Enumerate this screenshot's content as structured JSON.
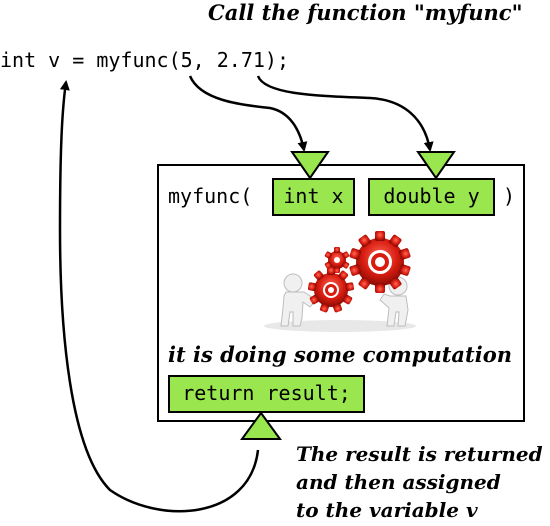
{
  "header": {
    "title": "Call the function  \"myfunc\""
  },
  "code": {
    "call_line": "int v = myfunc(5, 2.71);"
  },
  "function": {
    "name": "myfunc(",
    "params": [
      "int x",
      "double y"
    ],
    "close_paren": ")",
    "computation_label": "it is doing some computation",
    "return_statement": "return result;"
  },
  "result_note": {
    "lines": [
      "The result is returned",
      "and then assigned",
      "to the variable v"
    ]
  },
  "colors": {
    "param_fill": "#99e64e",
    "border": "#000000",
    "gear_red": "#d81c10"
  }
}
